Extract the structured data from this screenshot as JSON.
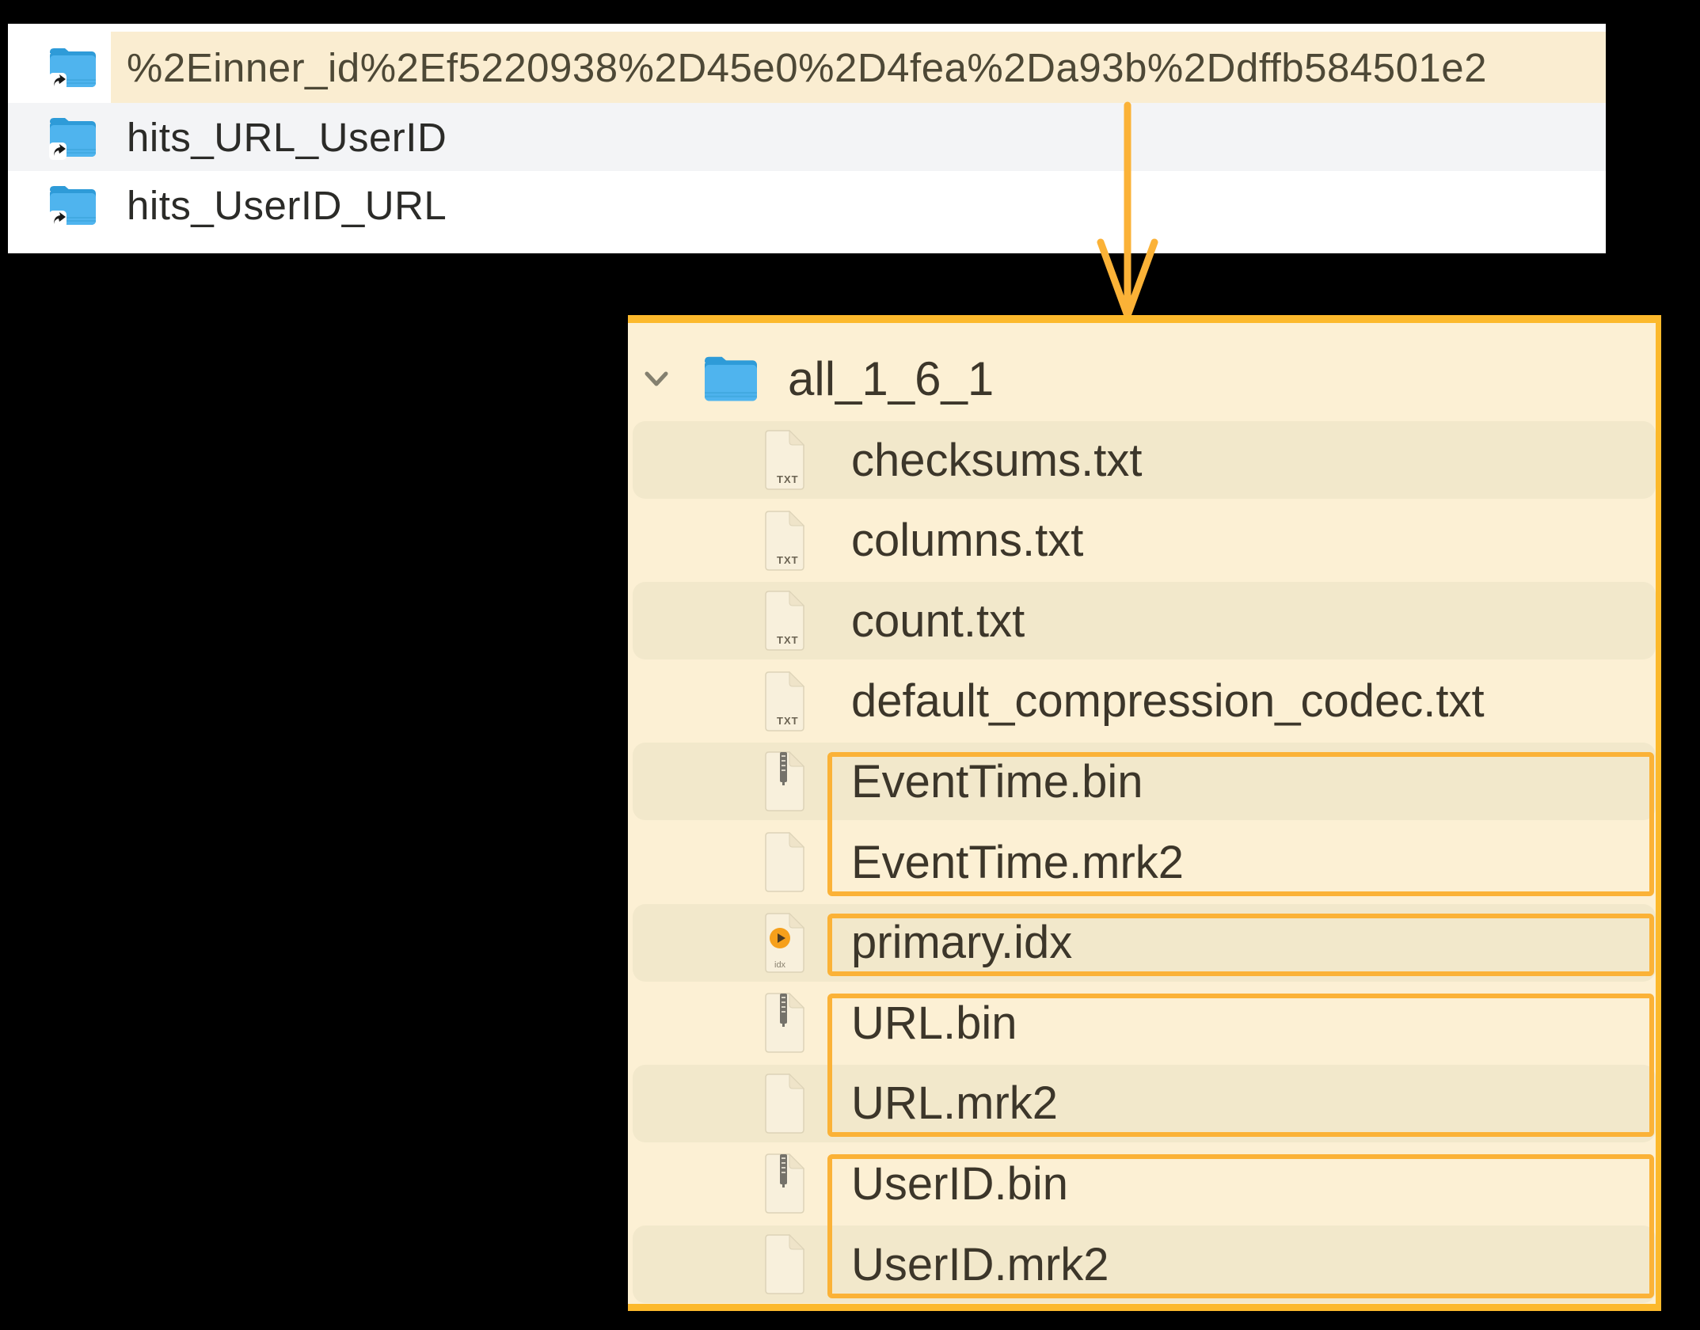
{
  "colors": {
    "accent": "#FBB237",
    "panel_border": "#FCB92C",
    "panel_bg": "#FCF0D4",
    "row_band": "#F2E8CB",
    "finder_highlight": "#FAEDD1",
    "finder_alt_row": "#F3F4F6",
    "finder_bg": "#FFFFFF",
    "finder_text": "#2B2B28",
    "panel_text": "#3C362A",
    "folder_blue": "#4FB4EE",
    "folder_blue_dark": "#2E9BD8",
    "page_fill": "#F8F0DC",
    "page_edge": "#DDD3B8",
    "idx_orange": "#F6A01B"
  },
  "finder": {
    "items": [
      {
        "name": "%2Einner_id%2Ef5220938%2D45e0%2D4fea%2Da93b%2Ddffb584501e2",
        "icon": "folder-alias",
        "highlighted": true
      },
      {
        "name": "hits_URL_UserID",
        "icon": "folder-alias",
        "highlighted": false
      },
      {
        "name": "hits_UserID_URL",
        "icon": "folder-alias",
        "highlighted": false
      }
    ]
  },
  "part_panel": {
    "folder": {
      "name": "all_1_6_1",
      "icon": "folder",
      "expanded": true
    },
    "files": [
      {
        "name": "checksums.txt",
        "type": "txt"
      },
      {
        "name": "columns.txt",
        "type": "txt"
      },
      {
        "name": "count.txt",
        "type": "txt"
      },
      {
        "name": "default_compression_codec.txt",
        "type": "txt"
      },
      {
        "name": "EventTime.bin",
        "type": "bin"
      },
      {
        "name": "EventTime.mrk2",
        "type": "mrk2"
      },
      {
        "name": "primary.idx",
        "type": "idx"
      },
      {
        "name": "URL.bin",
        "type": "bin"
      },
      {
        "name": "URL.mrk2",
        "type": "mrk2"
      },
      {
        "name": "UserID.bin",
        "type": "bin"
      },
      {
        "name": "UserID.mrk2",
        "type": "mrk2"
      }
    ],
    "banded_rows": [
      0,
      2,
      4,
      6,
      8,
      10
    ],
    "highlight_groups": [
      [
        4,
        5
      ],
      [
        6
      ],
      [
        7,
        8
      ],
      [
        9,
        10
      ]
    ]
  }
}
